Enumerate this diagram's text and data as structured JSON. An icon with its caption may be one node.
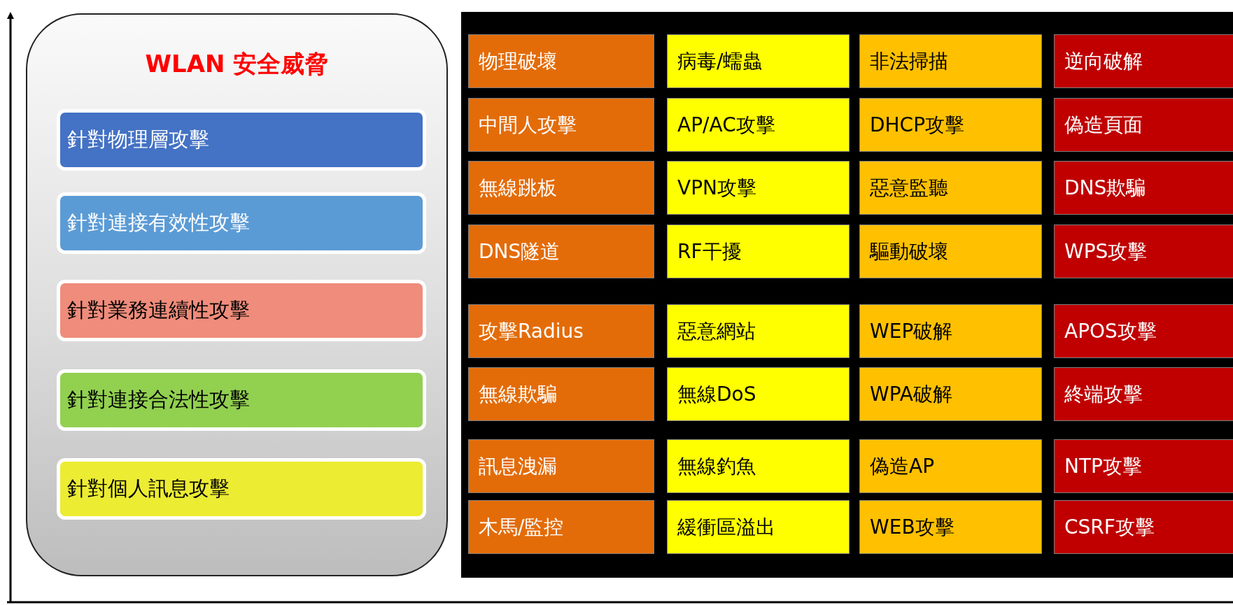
{
  "diagram": {
    "nodes": [
      {
        "text": [
          "WLAN 安全威脅"
        ]
      },
      {
        "text": [
          "針對物理層攻擊"
        ],
        "in": 0
      },
      {
        "text": [
          "針對連接有效性攻擊"
        ],
        "in": 0
      },
      {
        "text": [
          "針對業務連續性攻擊"
        ],
        "in": 0
      },
      {
        "text": [
          "針對連接合法性攻擊"
        ],
        "in": 0
      },
      {
        "text": [
          "針對個人訊息攻擊"
        ],
        "in": 0
      },
      {
        "text": [],
        "shape": "box"
      },
      {
        "text": [
          "物理破壞"
        ],
        "in": 6
      },
      {
        "text": [
          "病毒/蠕蟲"
        ],
        "in": 6
      },
      {
        "text": [
          "非法掃描"
        ],
        "in": 6
      },
      {
        "text": [
          "逆向破解"
        ],
        "in": 6
      },
      {
        "text": [
          "中間人攻擊"
        ],
        "in": 6
      },
      {
        "text": [
          "AP/AC攻擊"
        ],
        "in": 6
      },
      {
        "text": [
          "DHCP攻擊"
        ],
        "in": 6
      },
      {
        "text": [
          "偽造頁面"
        ],
        "in": 6
      },
      {
        "text": [
          "無線跳板"
        ],
        "in": 6
      },
      {
        "text": [
          "VPN攻擊"
        ],
        "in": 6
      },
      {
        "text": [
          "惡意監聽"
        ],
        "in": 6
      },
      {
        "text": [
          "DNS欺騙"
        ],
        "in": 6
      },
      {
        "text": [
          "DNS隧道"
        ],
        "in": 6
      },
      {
        "text": [
          "RF干擾"
        ],
        "in": 6
      },
      {
        "text": [
          "驅動破壞"
        ],
        "in": 6
      },
      {
        "text": [
          "WPS攻擊"
        ],
        "in": 6
      },
      {
        "text": [
          "攻擊Radius"
        ],
        "in": 6
      },
      {
        "text": [
          "惡意網站"
        ],
        "in": 6
      },
      {
        "text": [
          "WEP破解"
        ],
        "in": 6
      },
      {
        "text": [
          "APOS攻擊"
        ],
        "in": 6
      },
      {
        "text": [
          "無線欺騙"
        ],
        "in": 6
      },
      {
        "text": [
          "無線DoS"
        ],
        "in": 6
      },
      {
        "text": [
          "WPA破解"
        ],
        "in": 6
      },
      {
        "text": [
          "終端攻擊"
        ],
        "in": 6
      },
      {
        "text": [
          "訊息洩漏"
        ],
        "in": 6
      },
      {
        "text": [
          "無線釣魚"
        ],
        "in": 6
      },
      {
        "text": [
          "偽造AP"
        ],
        "in": 6
      },
      {
        "text": [
          "NTP攻擊"
        ],
        "in": 6
      },
      {
        "text": [
          "木馬/監控"
        ],
        "in": 6
      },
      {
        "text": [
          "緩衝區溢出"
        ],
        "in": 6
      },
      {
        "text": [
          "WEB攻擊"
        ],
        "in": 6
      },
      {
        "text": [
          "CSRF攻擊"
        ],
        "in": 6
      }
    ]
  }
}
